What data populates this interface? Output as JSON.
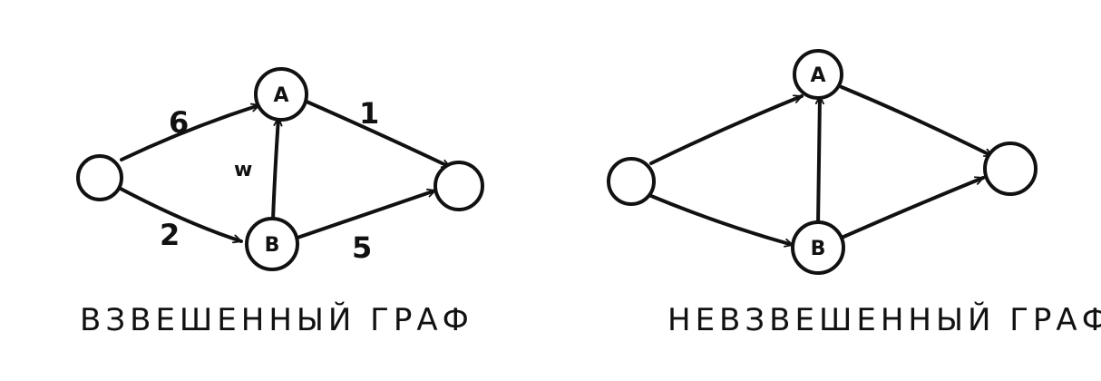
{
  "weighted_graph": {
    "caption": "ВЗВЕШЕННЫЙ ГРАФ",
    "node_a_label": "A",
    "node_b_label": "B",
    "weights": {
      "start_to_a": "6",
      "start_to_b": "2",
      "b_to_a": "w",
      "a_to_end": "1",
      "b_to_end": "5"
    }
  },
  "unweighted_graph": {
    "caption": "НЕВЗВЕШЕННЫЙ ГРАФ",
    "node_a_label": "A",
    "node_b_label": "B"
  },
  "colors": {
    "ink": "#111111",
    "background": "#ffffff"
  }
}
